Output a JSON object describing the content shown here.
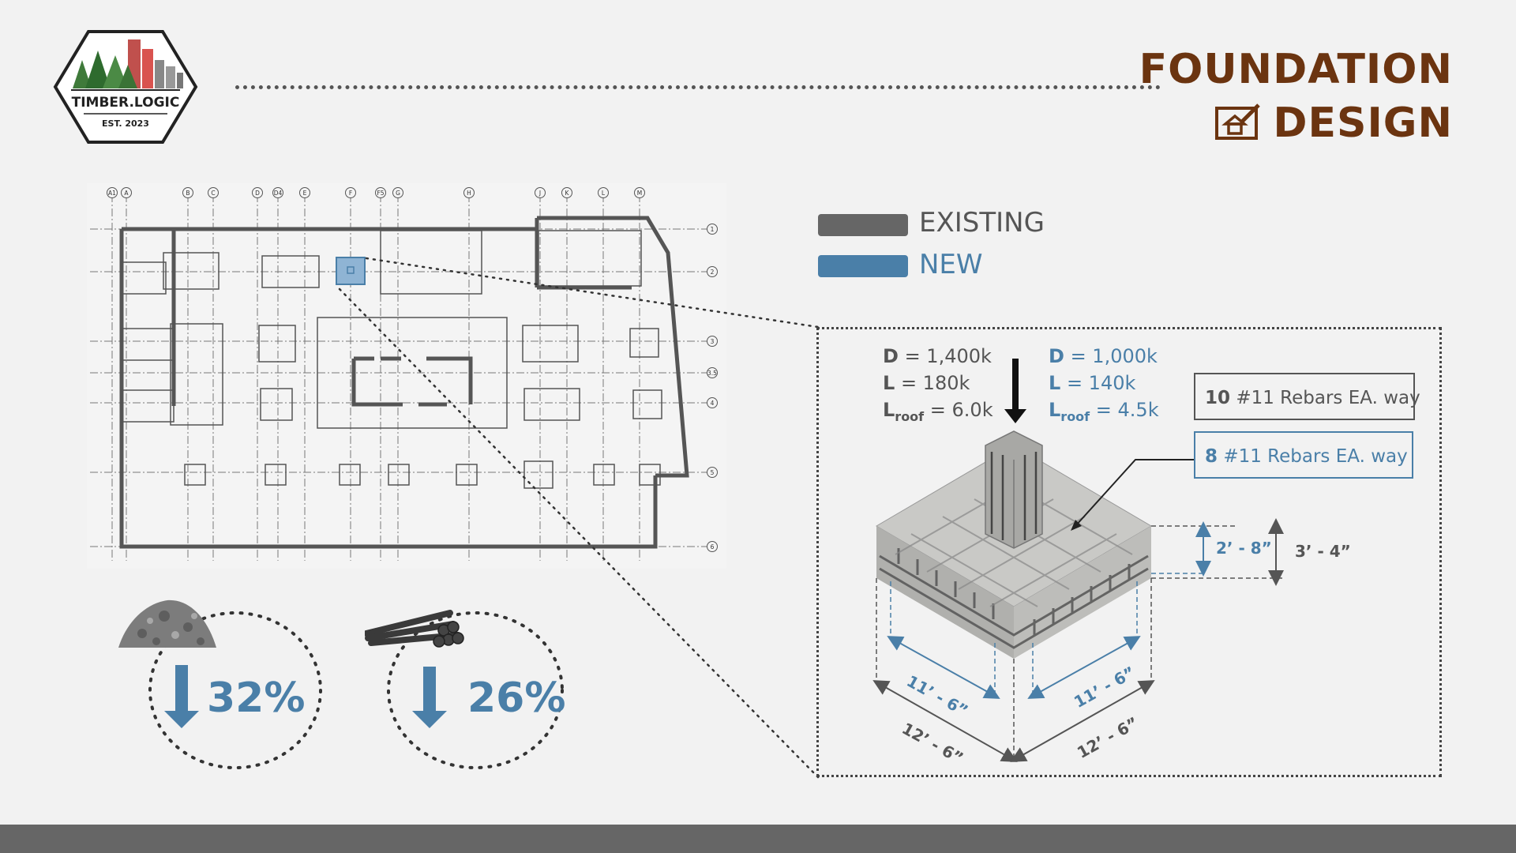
{
  "logo": {
    "name": "TIMBER.LOGIC",
    "established": "EST. 2023"
  },
  "title": {
    "line1": "FOUNDATION",
    "line2": "DESIGN"
  },
  "plan": {
    "grid_cols": [
      "A1",
      "A",
      "B",
      "C",
      "D",
      "D4",
      "E",
      "F",
      "F5",
      "G",
      "H",
      "J",
      "K",
      "L",
      "M"
    ],
    "grid_rows": [
      "1",
      "2",
      "3",
      "3.5",
      "4",
      "5",
      "6"
    ]
  },
  "legend": [
    {
      "label": "EXISTING",
      "color": "#666666"
    },
    {
      "label": "NEW",
      "color": "#4a7fa8"
    }
  ],
  "savings": [
    {
      "material": "concrete",
      "value": "32%"
    },
    {
      "material": "rebar",
      "value": "26%"
    }
  ],
  "loads": {
    "existing": {
      "d_label": "D",
      "d_value": "= 1,400k",
      "l_label": "L",
      "l_value": "= 180k",
      "lr_label": "L",
      "lr_sub": "roof",
      "lr_value": "= 6.0k"
    },
    "new": {
      "d_label": "D",
      "d_value": "= 1,000k",
      "l_label": "L",
      "l_value": "= 140k",
      "lr_label": "L",
      "lr_sub": "roof",
      "lr_value": "= 4.5k"
    }
  },
  "rebars": {
    "existing": {
      "count": "10",
      "text": "#11 Rebars EA. way"
    },
    "new": {
      "count": "8",
      "text": "#11 Rebars EA. way"
    }
  },
  "dimensions": {
    "new_depth": "2’ - 8”",
    "existing_depth": "3’ - 4”",
    "new_width_left": "11’ - 6”",
    "new_width_right": "11’ - 6”",
    "existing_width_left": "12’ - 6”",
    "existing_width_right": "12’ - 6”"
  },
  "colors": {
    "accent_blue": "#4a7fa8",
    "title_brown": "#6b3410",
    "existing_gray": "#666666"
  }
}
